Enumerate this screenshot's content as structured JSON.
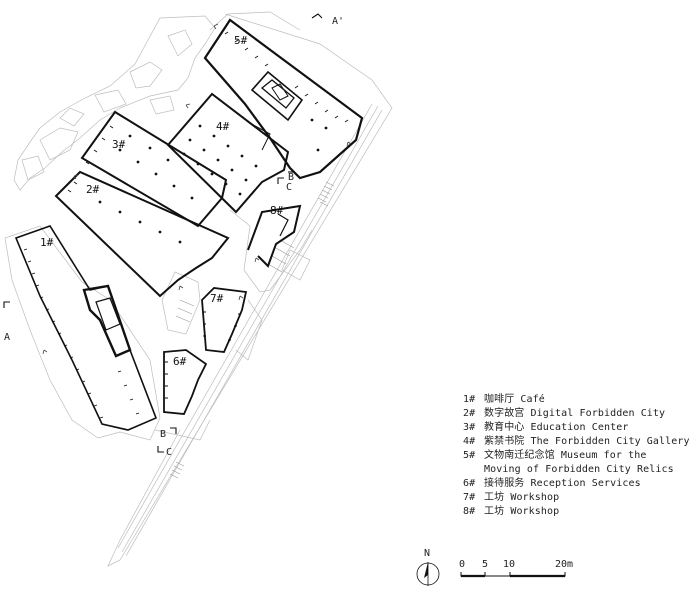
{
  "buildings": [
    {
      "id": "b1",
      "label": "1#"
    },
    {
      "id": "b2",
      "label": "2#"
    },
    {
      "id": "b3",
      "label": "3#"
    },
    {
      "id": "b4",
      "label": "4#"
    },
    {
      "id": "b5",
      "label": "5#"
    },
    {
      "id": "b6",
      "label": "6#"
    },
    {
      "id": "b7",
      "label": "7#"
    },
    {
      "id": "b8",
      "label": "8#"
    }
  ],
  "section_marks": {
    "a": "A",
    "a_prime": "A'",
    "b_top": "B",
    "b_bottom": "B",
    "c_top": "C",
    "c_bottom": "C"
  },
  "legend": [
    {
      "num": "1#",
      "text": "咖啡厅 Café"
    },
    {
      "num": "2#",
      "text": "数字故宫 Digital Forbidden City"
    },
    {
      "num": "3#",
      "text": "教育中心 Education Center"
    },
    {
      "num": "4#",
      "text": "紫禁书院 The Forbidden City Gallery"
    },
    {
      "num": "5#",
      "text": "文物南迁纪念馆 Museum for the"
    },
    {
      "num": "",
      "text": "Moving of Forbidden City Relics"
    },
    {
      "num": "6#",
      "text": "接待服务 Reception Services"
    },
    {
      "num": "7#",
      "text": "工坊 Workshop"
    },
    {
      "num": "8#",
      "text": "工坊 Workshop"
    }
  ],
  "north_label": "N",
  "scale": [
    "0",
    "5",
    "10",
    "20m"
  ]
}
